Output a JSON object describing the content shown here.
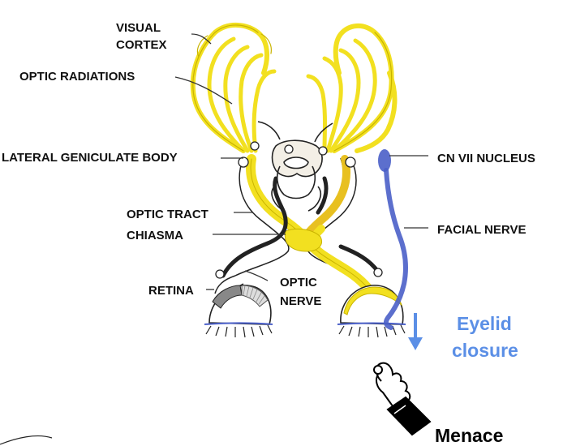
{
  "labels": {
    "visual_cortex_line1": "VISUAL",
    "visual_cortex_line2": "CORTEX",
    "optic_radiations": "OPTIC RADIATIONS",
    "lateral_geniculate_body": "LATERAL GENICULATE BODY",
    "optic_tract": "OPTIC TRACT",
    "chiasma": "CHIASMA",
    "retina": "RETINA",
    "optic_nerve_line1": "OPTIC",
    "optic_nerve_line2": "NERVE",
    "cn_vii_nucleus": "CN VII NUCLEUS",
    "facial_nerve": "FACIAL NERVE",
    "eyelid_closure_line1": "Eyelid",
    "eyelid_closure_line2": "closure",
    "menace": "Menace"
  },
  "icons": {
    "hand": "hand-menace-icon",
    "arrow": "arrow-down-icon"
  },
  "colors": {
    "visual_pathway": "#f2e020",
    "visual_pathway_edge": "#c9b400",
    "facial_pathway": "#4a5fc8",
    "eyelid_closure_text": "#5b8fe6",
    "arrow": "#5b8fe6",
    "outline": "#222222"
  }
}
